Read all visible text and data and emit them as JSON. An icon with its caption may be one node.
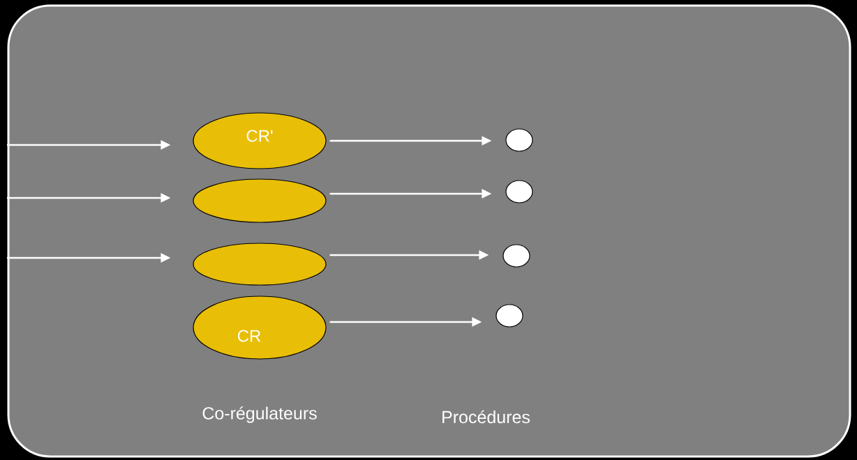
{
  "diagram": {
    "nodes": [
      {
        "text": [],
        "shape": "box"
      },
      {
        "text": [
          "CR'"
        ],
        "in": 0
      },
      {
        "text": [],
        "shape": "ellipse",
        "in": 0
      },
      {
        "text": [],
        "shape": "ellipse",
        "in": 0
      },
      {
        "text": [
          "CR"
        ],
        "in": 0
      },
      {
        "text": [],
        "shape": "circle",
        "in": 0
      },
      {
        "text": [],
        "shape": "circle",
        "in": 0
      },
      {
        "text": [],
        "shape": "circle",
        "in": 0
      },
      {
        "text": [],
        "shape": "circle",
        "in": 0
      }
    ],
    "edges": [
      {
        "from": null,
        "to": 1,
        "arrow": "to"
      },
      {
        "from": null,
        "to": 2,
        "arrow": "to"
      },
      {
        "from": null,
        "to": 3,
        "arrow": "to"
      },
      {
        "from": 1,
        "to": 5,
        "arrow": "to"
      },
      {
        "from": 2,
        "to": 6,
        "arrow": "to"
      },
      {
        "from": 3,
        "to": 7,
        "arrow": "to"
      },
      {
        "from": 4,
        "to": 8,
        "arrow": "to"
      }
    ],
    "labels": [
      "Co-régulateurs",
      "Procédures"
    ]
  }
}
